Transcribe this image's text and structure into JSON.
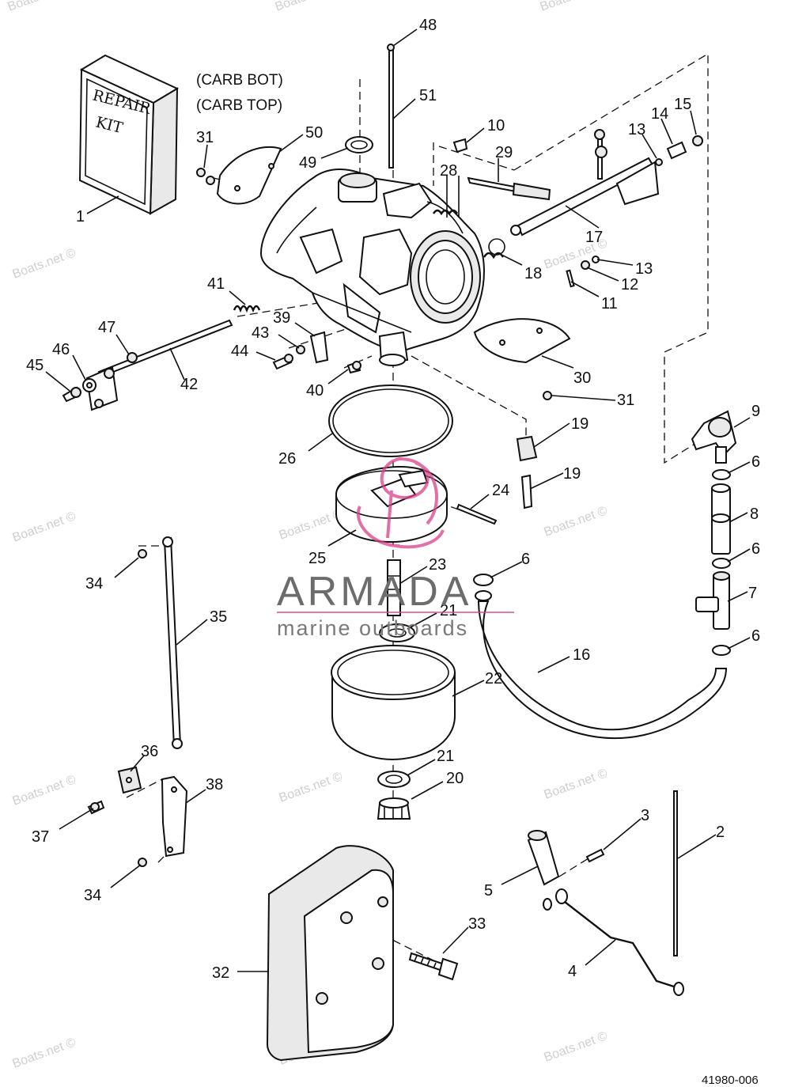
{
  "headers": [
    "(CARB BOT)",
    "(CARB TOP)"
  ],
  "repair_kit_label": [
    "REPAIR",
    "KIT"
  ],
  "watermark_text": "Boats.net ©",
  "brand": {
    "name": "ARMADA",
    "tagline": "marine outboards",
    "accent_color": "#d9408a"
  },
  "drawing_number": "41980-006",
  "callouts": [
    "48",
    "51",
    "10",
    "29",
    "28",
    "13",
    "14",
    "15",
    "17",
    "18",
    "13",
    "12",
    "11",
    "50",
    "49",
    "31",
    "1",
    "41",
    "39",
    "43",
    "44",
    "40",
    "47",
    "46",
    "45",
    "42",
    "30",
    "31",
    "9",
    "6",
    "8",
    "6",
    "7",
    "6",
    "19",
    "19",
    "26",
    "24",
    "25",
    "23",
    "21",
    "6",
    "34",
    "35",
    "22",
    "16",
    "21",
    "20",
    "36",
    "38",
    "37",
    "34",
    "3",
    "2",
    "5",
    "4",
    "33",
    "32"
  ]
}
